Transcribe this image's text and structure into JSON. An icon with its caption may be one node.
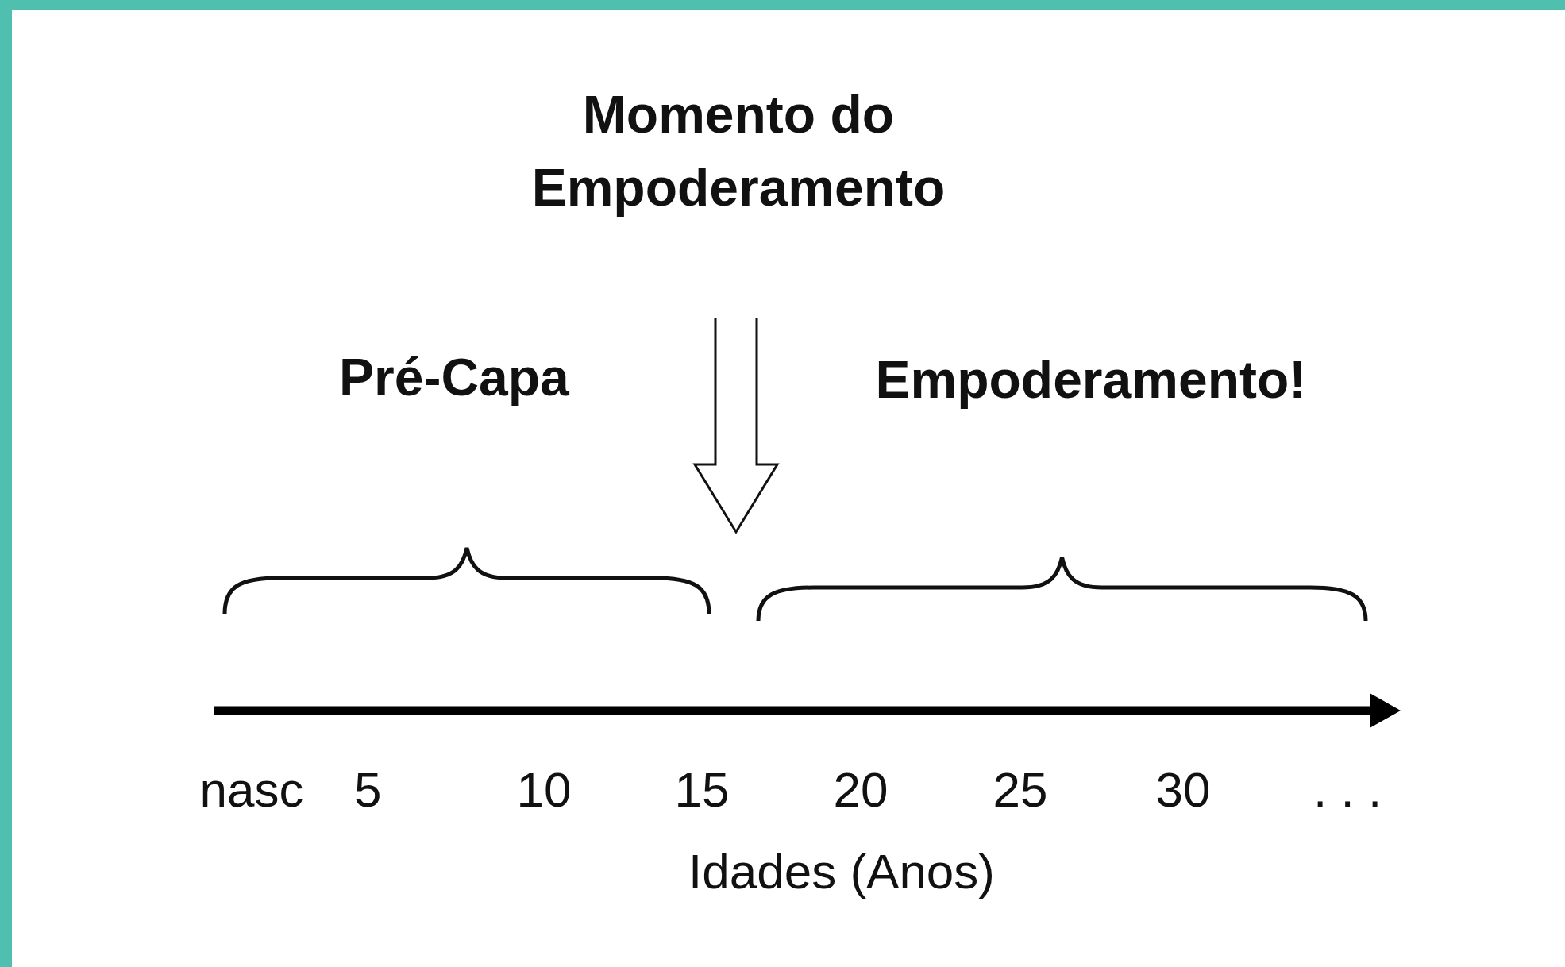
{
  "diagram": {
    "labels": [
      "Momento do Empoderamento",
      "Pré-Capa",
      "Empoderamento!",
      "nasc",
      "5",
      "10",
      "15",
      "20",
      "25",
      "30",
      ". . .",
      "Idades (Anos)"
    ]
  }
}
